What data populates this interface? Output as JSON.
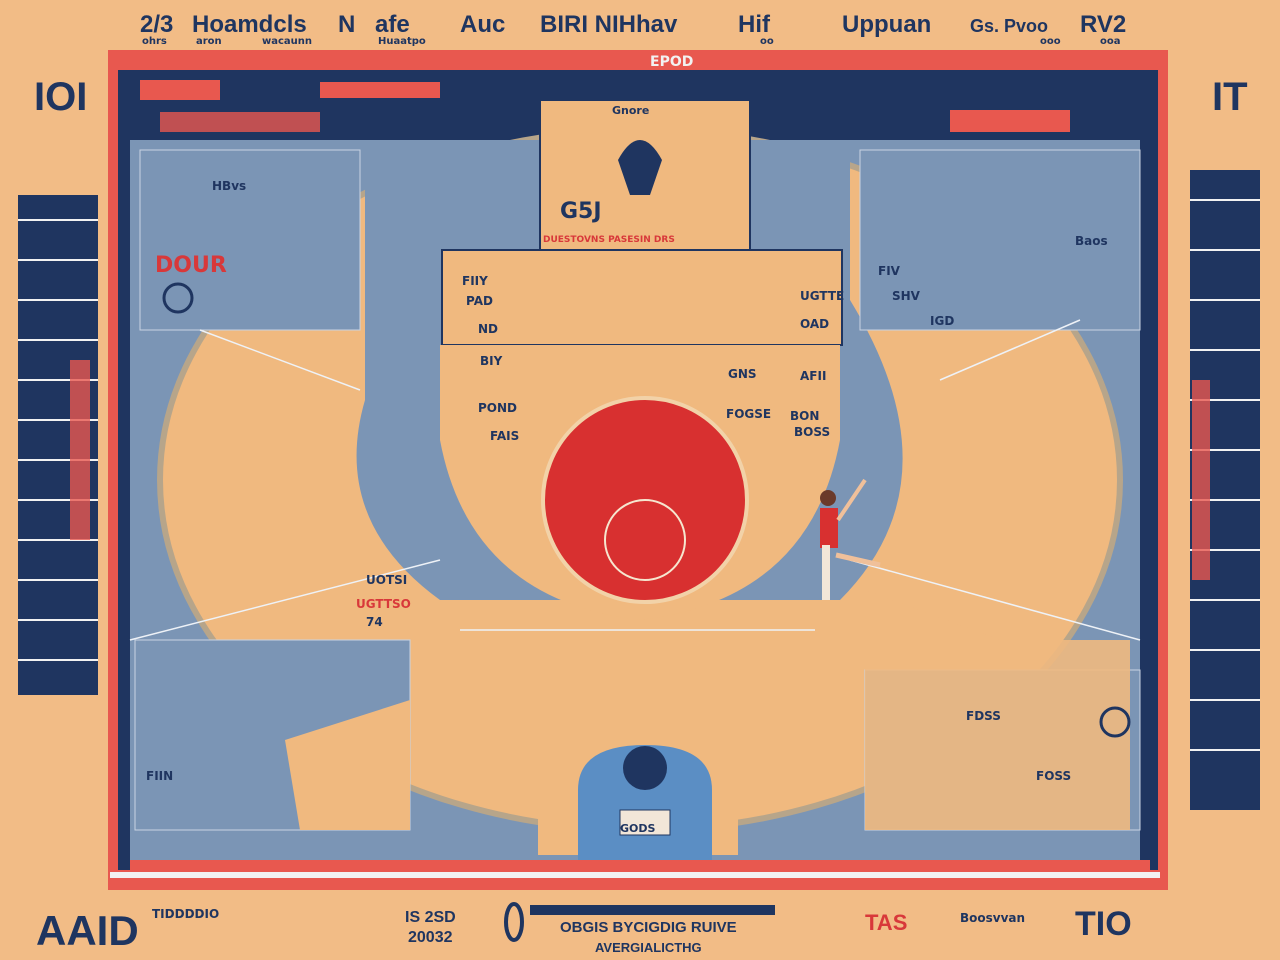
{
  "header": {
    "labels": [
      "2/3",
      "Hoamdcls",
      "N",
      "afe",
      "Auc",
      "BIRI NIHhav",
      "Hif",
      "Uppuan",
      "Gs. Pvoo",
      "RV2"
    ],
    "sub_labels": [
      "ohrs",
      "aron",
      "wacaunn",
      "Huaatpo",
      "oo",
      "ooo",
      "ooa"
    ],
    "scoreboard_text": "EPOD"
  },
  "side": {
    "left_big": "IOI",
    "right_big": "IT"
  },
  "court": {
    "top_key_label": "Gnore",
    "top_key_score": "G5J",
    "top_key_sub": "DUESTOVNS PASESIN DRS",
    "left_corner_label": "HBvs",
    "left_sign": "DOUR",
    "right_corner_label": "Baos",
    "mid_labels": [
      "FIIY",
      "PAD",
      "ND",
      "UGTTE",
      "FIV",
      "SHV",
      "OAD",
      "BIY",
      "POND",
      "FAIS",
      "GNS",
      "AFII",
      "FOGSE",
      "BON",
      "IGD",
      "BOSS"
    ],
    "lower_labels": [
      "UOTSI",
      "UGTTSO",
      "74",
      "FDSS",
      "FOSS",
      "FIIN"
    ],
    "bench_label": "GODS",
    "colors": {
      "background": "#f2bc86",
      "navy": "#1f3560",
      "coral": "#e8584f",
      "steel_blue": "#7b95b5",
      "court_tan": "#f0b97f",
      "center_red": "#d83030"
    }
  },
  "footer": {
    "left_big": "AAID",
    "left_small": "TIDDDDIO",
    "date_top": "IS 2SD",
    "date_bottom": "20032",
    "center_line1": "OBGIS BYCIGDIG RUIVE",
    "center_line2": "AVERGIALICTHG",
    "right_red": "TAS",
    "right_text": "Boosvvan",
    "right_big": "TIO"
  }
}
